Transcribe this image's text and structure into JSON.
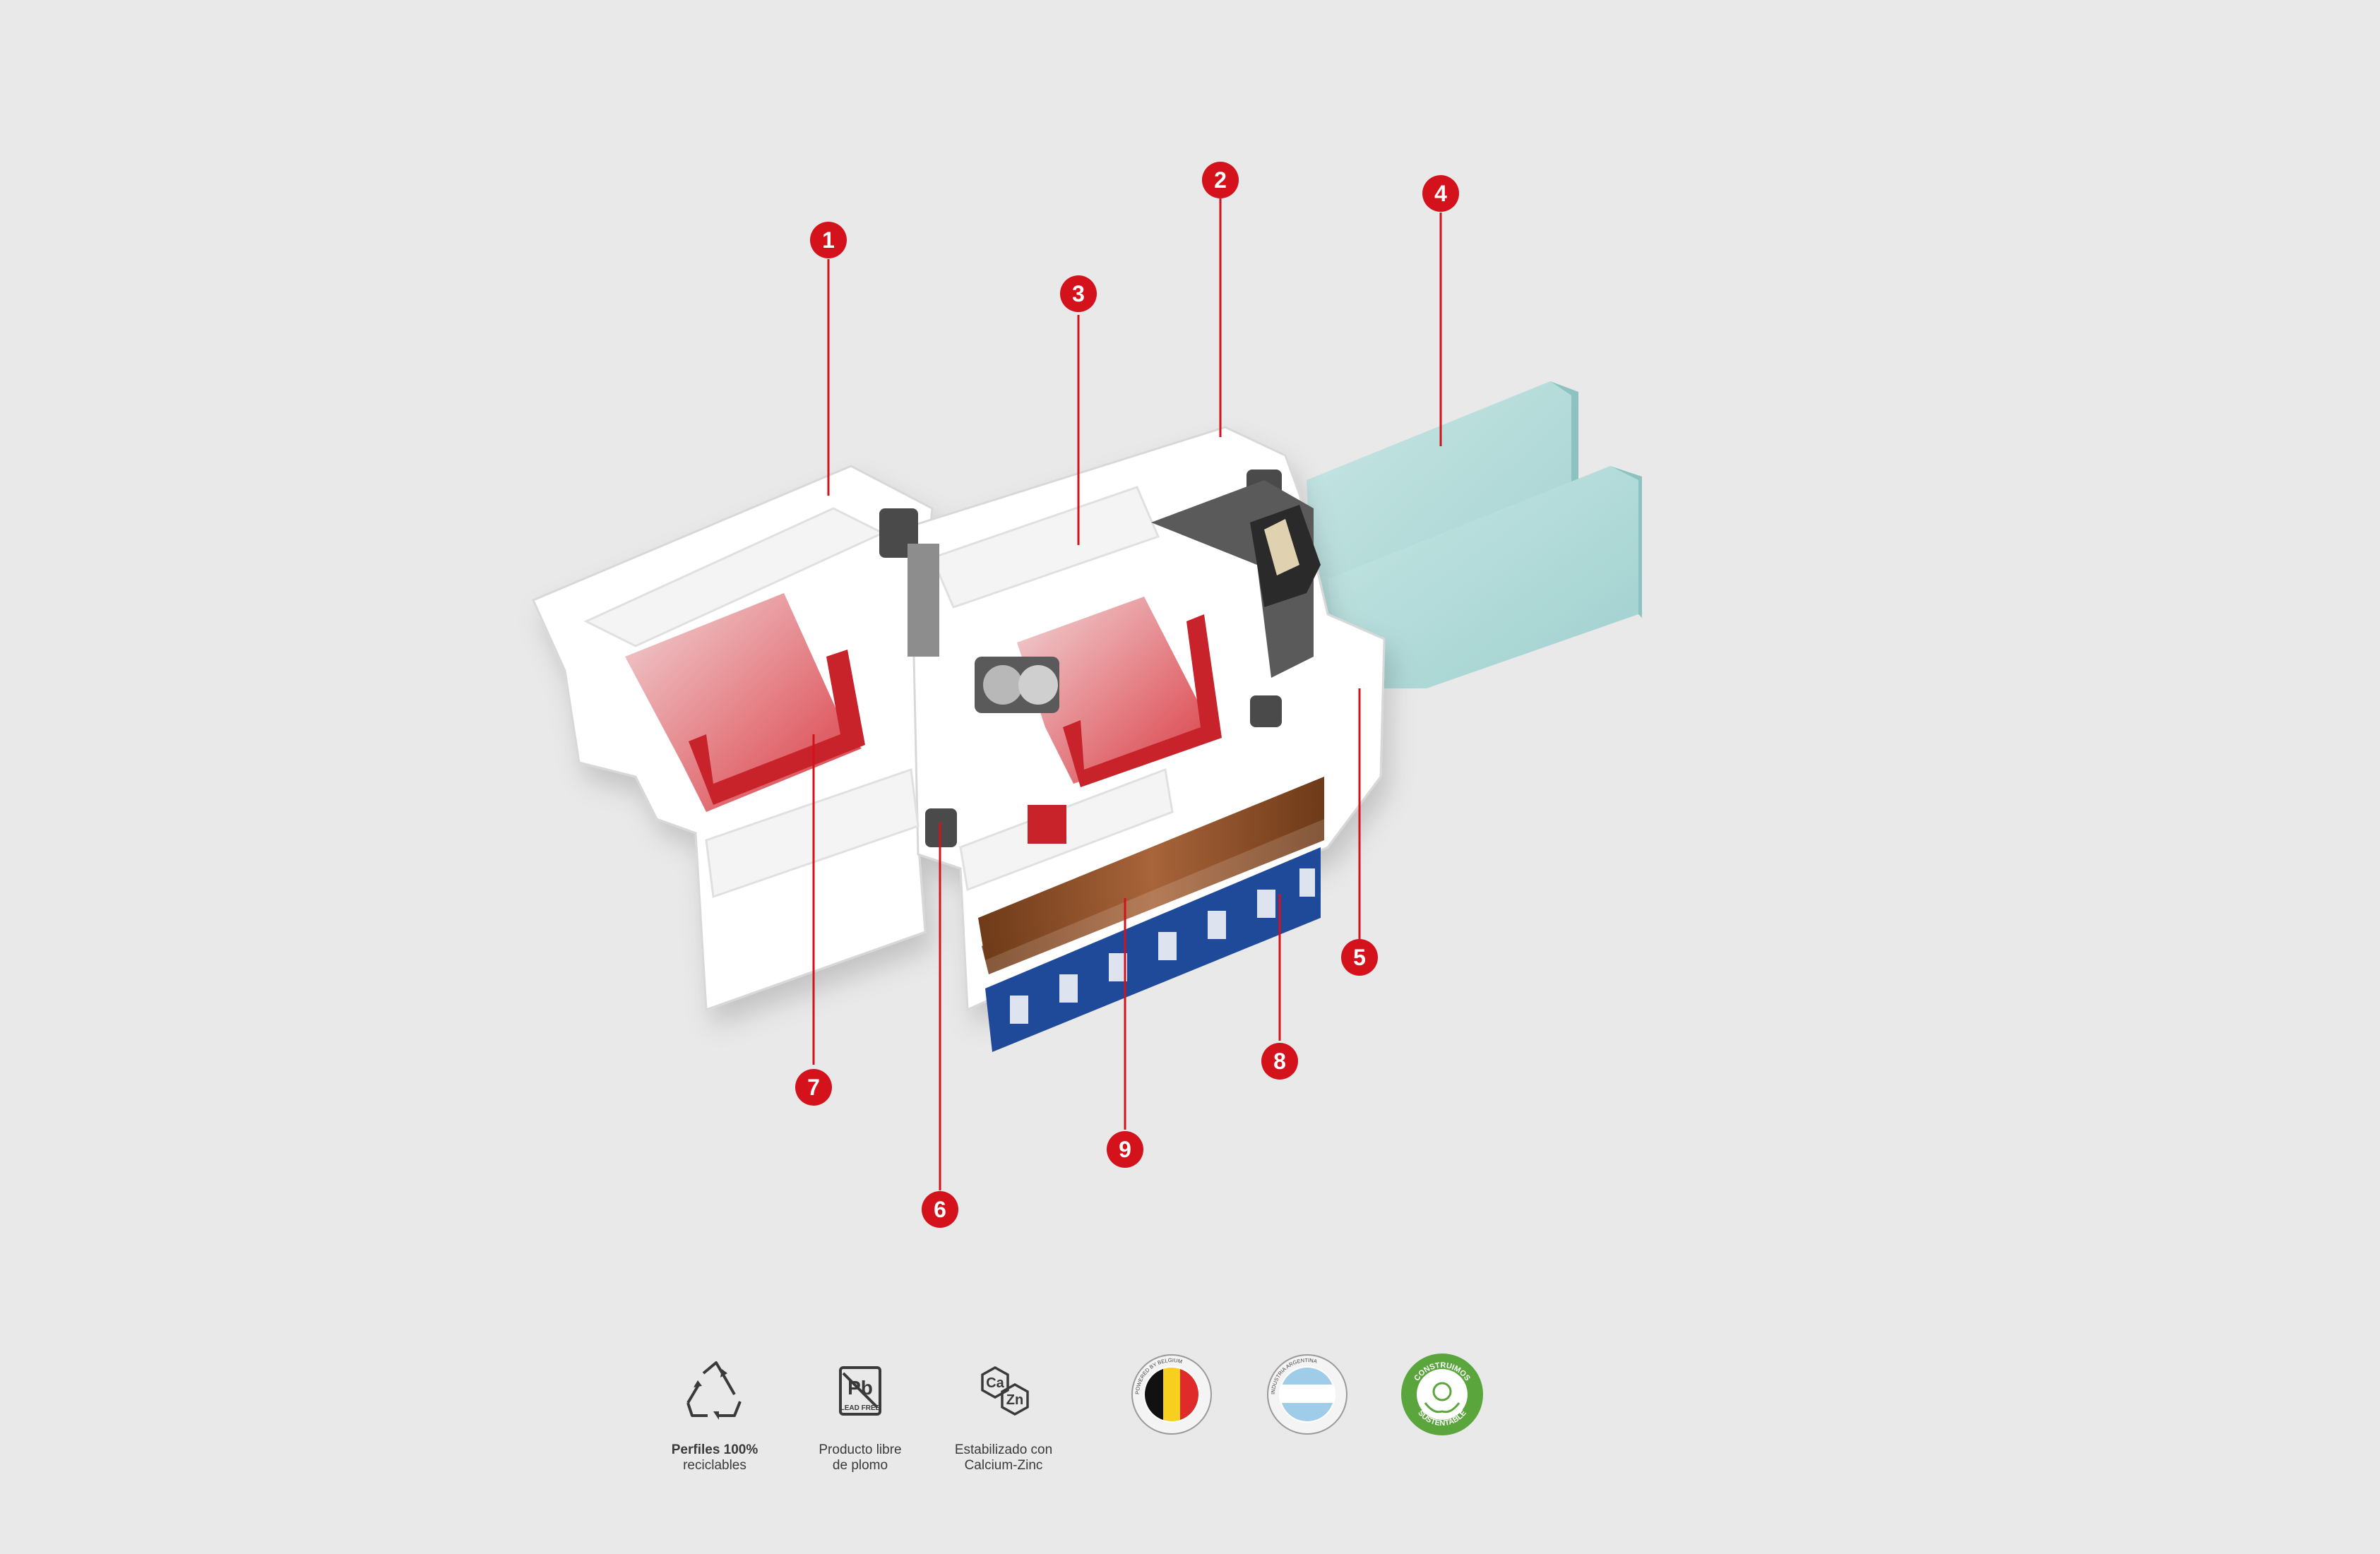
{
  "diagram": {
    "callouts": [
      {
        "id": "callout-1",
        "label": "1"
      },
      {
        "id": "callout-2",
        "label": "2"
      },
      {
        "id": "callout-3",
        "label": "3"
      },
      {
        "id": "callout-4",
        "label": "4"
      },
      {
        "id": "callout-5",
        "label": "5"
      },
      {
        "id": "callout-6",
        "label": "6"
      },
      {
        "id": "callout-7",
        "label": "7"
      },
      {
        "id": "callout-8",
        "label": "8"
      },
      {
        "id": "callout-9",
        "label": "9"
      }
    ],
    "colors": {
      "callout": "#d3121c",
      "profile": "#ffffff",
      "reinforcement": "#c8242c",
      "glass": "#a9d6d4",
      "gasket": "#4a4a4a",
      "wood": "#8a4e24",
      "film": "#1f4a9a"
    }
  },
  "badges": {
    "recycle": {
      "icon": "recycle-icon",
      "line1": "Perfiles 100%",
      "line2": "reciclables"
    },
    "lead_free": {
      "icon": "lead-free-icon",
      "symbol": "Pb",
      "text": "LEAD FREE",
      "line1": "Producto libre",
      "line2": "de plomo"
    },
    "calcium_zinc": {
      "icon": "calcium-zinc-icon",
      "symbol1": "Ca",
      "symbol2": "Zn",
      "line1": "Estabilizado con",
      "line2": "Calcium-Zinc"
    },
    "belgium": {
      "icon": "belgium-seal-icon",
      "ring_text": "POWERED BY BELGIUM",
      "colors": [
        "#111111",
        "#f6cf1f",
        "#e02b2b"
      ]
    },
    "argentina": {
      "icon": "argentina-seal-icon",
      "ring_text": "INDUSTRIA ARGENTINA",
      "colors": [
        "#9fcde9",
        "#ffffff",
        "#9fcde9"
      ]
    },
    "sustainable": {
      "icon": "sustainable-seal-icon",
      "ring_top": "CONSTRUIMOS",
      "ring_bottom": "SUSTENTABLE",
      "color": "#5aa63d"
    }
  }
}
